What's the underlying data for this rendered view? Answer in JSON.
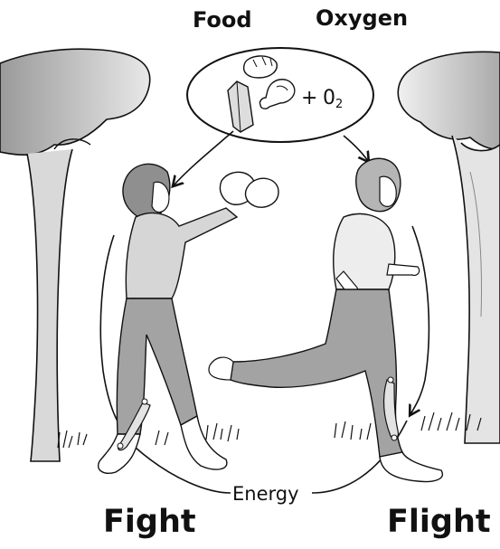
{
  "labels": {
    "food": "Food",
    "oxygen": "Oxygen",
    "formula_plus": "+",
    "formula_oxygen": "0",
    "formula_subscript": "2",
    "energy": "Energy",
    "fight": "Fight",
    "flight": "Flight"
  },
  "colors": {
    "ink": "#111111",
    "skin": "#ffffff",
    "cloth": "#9a9a9a",
    "shade": "#c8c8c8",
    "background": "#ffffff"
  },
  "icons": [
    "bread-icon",
    "meat-drumstick-icon",
    "milk-carton-icon",
    "tree-icon",
    "muscle-icon",
    "grass-icon"
  ]
}
